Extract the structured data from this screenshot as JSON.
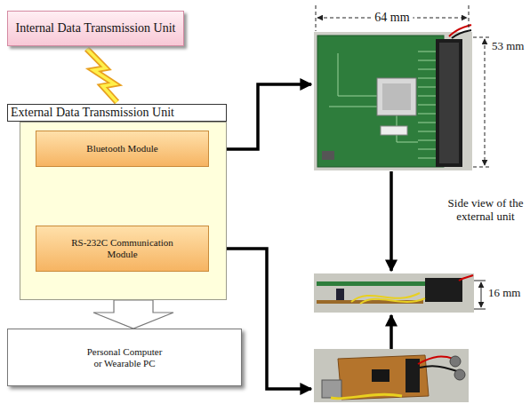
{
  "diagram": {
    "nodes": [
      {
        "text": [
          "Internal Data Transmission Unit"
        ]
      },
      {
        "text": [
          "External Data Transmission Unit"
        ]
      },
      {
        "text": [
          "Bluetooth Module"
        ],
        "in": 1
      },
      {
        "text": [
          "RS-232C Communication Module"
        ],
        "in": 1
      },
      {
        "text": [
          "Personal Computer or Wearable PC"
        ]
      }
    ],
    "edges": [
      {
        "from": 0,
        "to": 1,
        "arrow": "none"
      },
      {
        "from": 1,
        "to": 4,
        "arrow": "to"
      }
    ],
    "labels": [
      "64 mm",
      "53 mm",
      "Side view of the external unit",
      "16 mm"
    ]
  }
}
